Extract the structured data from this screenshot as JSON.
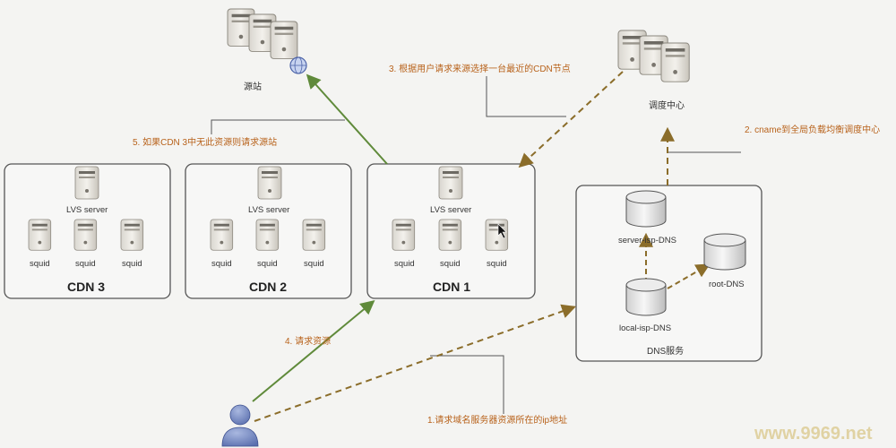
{
  "colors": {
    "step_text": "#b8621b",
    "green_arrow": "#5f8a3a",
    "dashed_arrow": "#8b6d2a",
    "box_stroke": "#555555",
    "watermark": "#e0d2a3"
  },
  "origin": {
    "label": "源站"
  },
  "scheduler": {
    "label": "调度中心"
  },
  "clusters": [
    {
      "title": "CDN 3",
      "lvs_label": "LVS server",
      "squid_labels": [
        "squid",
        "squid",
        "squid"
      ]
    },
    {
      "title": "CDN 2",
      "lvs_label": "LVS server",
      "squid_labels": [
        "squid",
        "squid",
        "squid"
      ]
    },
    {
      "title": "CDN 1",
      "lvs_label": "LVS server",
      "squid_labels": [
        "squid",
        "squid",
        "squid"
      ]
    }
  ],
  "dns": {
    "title": "DNS服务",
    "server_isp": "server-isp-DNS",
    "root": "root-DNS",
    "local_isp": "local-isp-DNS"
  },
  "steps": {
    "s1": "1.请求域名服务器资源所在的ip地址",
    "s2": "2. cname到全局负载均衡调度中心",
    "s3": "3. 根据用户请求来源选择一台最近的CDN节点",
    "s4": "4. 请求资源",
    "s5": "5. 如果CDN 3中无此资源则请求源站"
  },
  "watermark": "www.9969.net",
  "icons": [
    "server-icon",
    "server-rack-icon",
    "database-icon",
    "user-icon",
    "globe-icon",
    "cursor-icon"
  ]
}
